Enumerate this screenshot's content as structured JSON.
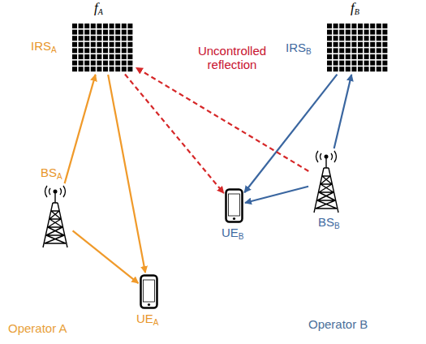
{
  "diagram": {
    "nodes": [
      {
        "text": [
          "Operator A"
        ]
      },
      {
        "text": [
          "IRSA"
        ],
        "in": 0
      },
      {
        "text": [
          "BSA"
        ],
        "in": 0
      },
      {
        "text": [
          "UEA"
        ],
        "in": 0
      },
      {
        "text": [
          "Operator B"
        ]
      },
      {
        "text": [
          "IRSB"
        ],
        "in": 4
      },
      {
        "text": [
          "BSB"
        ],
        "in": 4
      },
      {
        "text": [
          "UEB"
        ],
        "in": 4
      }
    ],
    "edges": [
      {
        "from": 2,
        "to": 1,
        "arrow": "to"
      },
      {
        "from": 1,
        "to": 3,
        "arrow": "to"
      },
      {
        "from": 2,
        "to": 3,
        "arrow": "to"
      },
      {
        "from": 6,
        "to": 5,
        "arrow": "to"
      },
      {
        "from": 5,
        "to": 7,
        "arrow": "to"
      },
      {
        "from": 6,
        "to": 7,
        "arrow": "to"
      },
      {
        "from": 6,
        "to": 1,
        "arrow": "to"
      },
      {
        "from": 1,
        "to": 7,
        "arrow": "to"
      }
    ],
    "labels": [
      "fA",
      "fB",
      "Uncontrolled reflection"
    ]
  }
}
